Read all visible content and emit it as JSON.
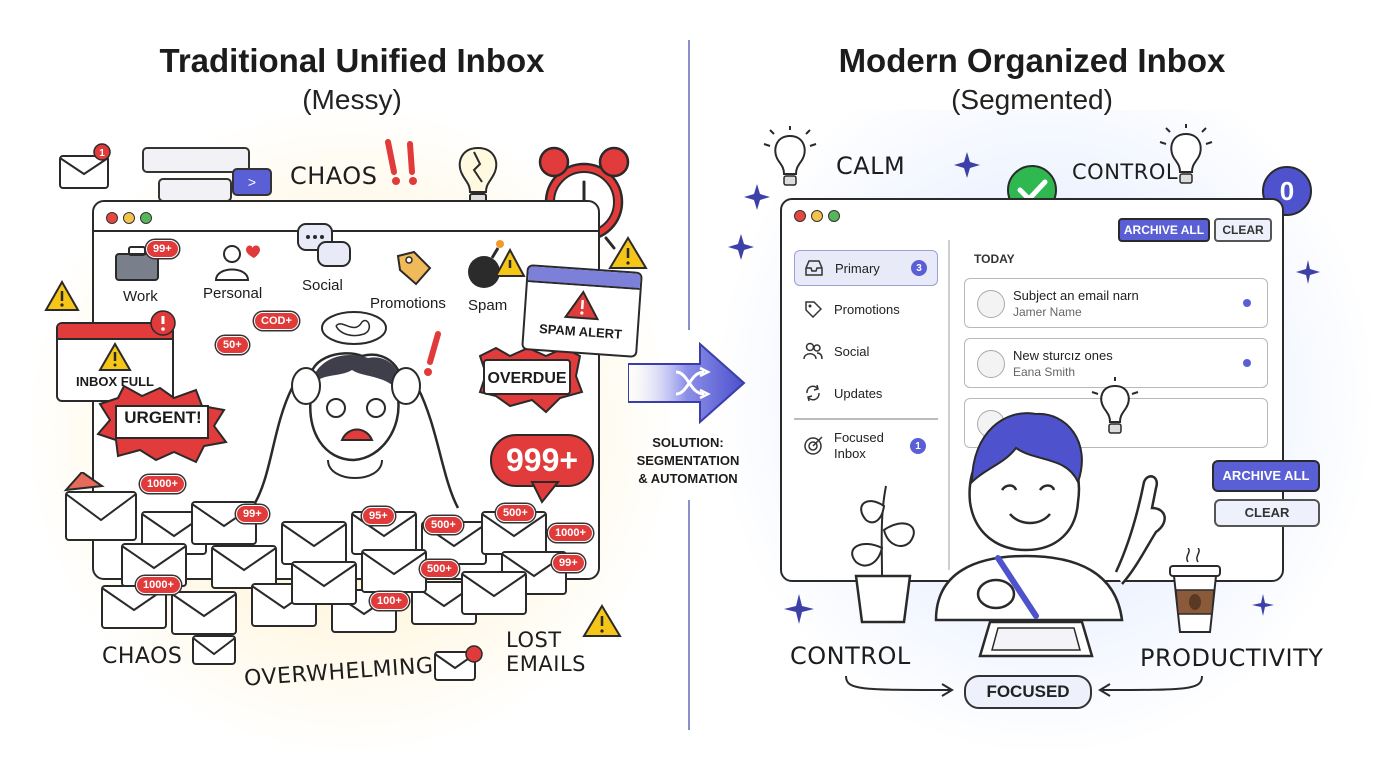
{
  "left": {
    "title": "Traditional Unified Inbox",
    "subtitle": "(Messy)",
    "categories": [
      "Work",
      "Personal",
      "Social",
      "Promotions",
      "Spam"
    ],
    "words": {
      "chaos_top": "CHAOS",
      "chaos_bottom": "CHAOS",
      "overwhelming": "OVERWHELMING",
      "lost_emails": "LOST\nEMAILS"
    },
    "alerts": {
      "inbox_full": "INBOX FULL",
      "urgent": "URGENT!",
      "overdue": "OVERDUE",
      "spam_alert": "SPAM ALERT",
      "unread_total": "999+"
    },
    "badges": [
      "99+",
      "50+",
      "COD+",
      "1000+",
      "99+",
      "95+",
      "500+",
      "500+",
      "1000+",
      "99+",
      "1000+",
      "500+",
      "100+"
    ],
    "colors": {
      "alert_red": "#e03a3a",
      "warning_yellow": "#f5c518",
      "glow": "#fff3c9"
    }
  },
  "middle": {
    "solution": "SOLUTION:\nSEGMENTATION\n& AUTOMATION"
  },
  "right": {
    "title": "Modern Organized Inbox",
    "subtitle": "(Segmented)",
    "words": {
      "calm": "CALM",
      "control_top": "CONTROL",
      "control_bottom": "CONTROL",
      "productivity": "PRODUCTIVITY",
      "focused": "FOCUSED"
    },
    "notification_count": "0",
    "toolbar": {
      "archive_all": "ARCHIVE ALL",
      "clear": "CLEAR"
    },
    "floating": {
      "archive_all": "ARCHIVE ALL",
      "clear": "CLEAR"
    },
    "sidebar": [
      {
        "label": "Primary",
        "icon": "inbox-tray-icon",
        "count": "3",
        "active": true
      },
      {
        "label": "Promotions",
        "icon": "tag-icon",
        "count": "",
        "active": false
      },
      {
        "label": "Social",
        "icon": "people-icon",
        "count": "",
        "active": false
      },
      {
        "label": "Updates",
        "icon": "refresh-icon",
        "count": "",
        "active": false
      },
      {
        "label": "Focused Inbox",
        "icon": "target-icon",
        "count": "1",
        "active": false
      }
    ],
    "section_header": "TODAY",
    "emails": [
      {
        "subject": "Subject an email narn",
        "sender": "Jamer Name"
      },
      {
        "subject": "New sturcız ones",
        "sender": "Eana Smith"
      }
    ],
    "colors": {
      "accent": "#5b5fd6",
      "success_green": "#2fb84f",
      "glow": "#dde9ff"
    }
  }
}
